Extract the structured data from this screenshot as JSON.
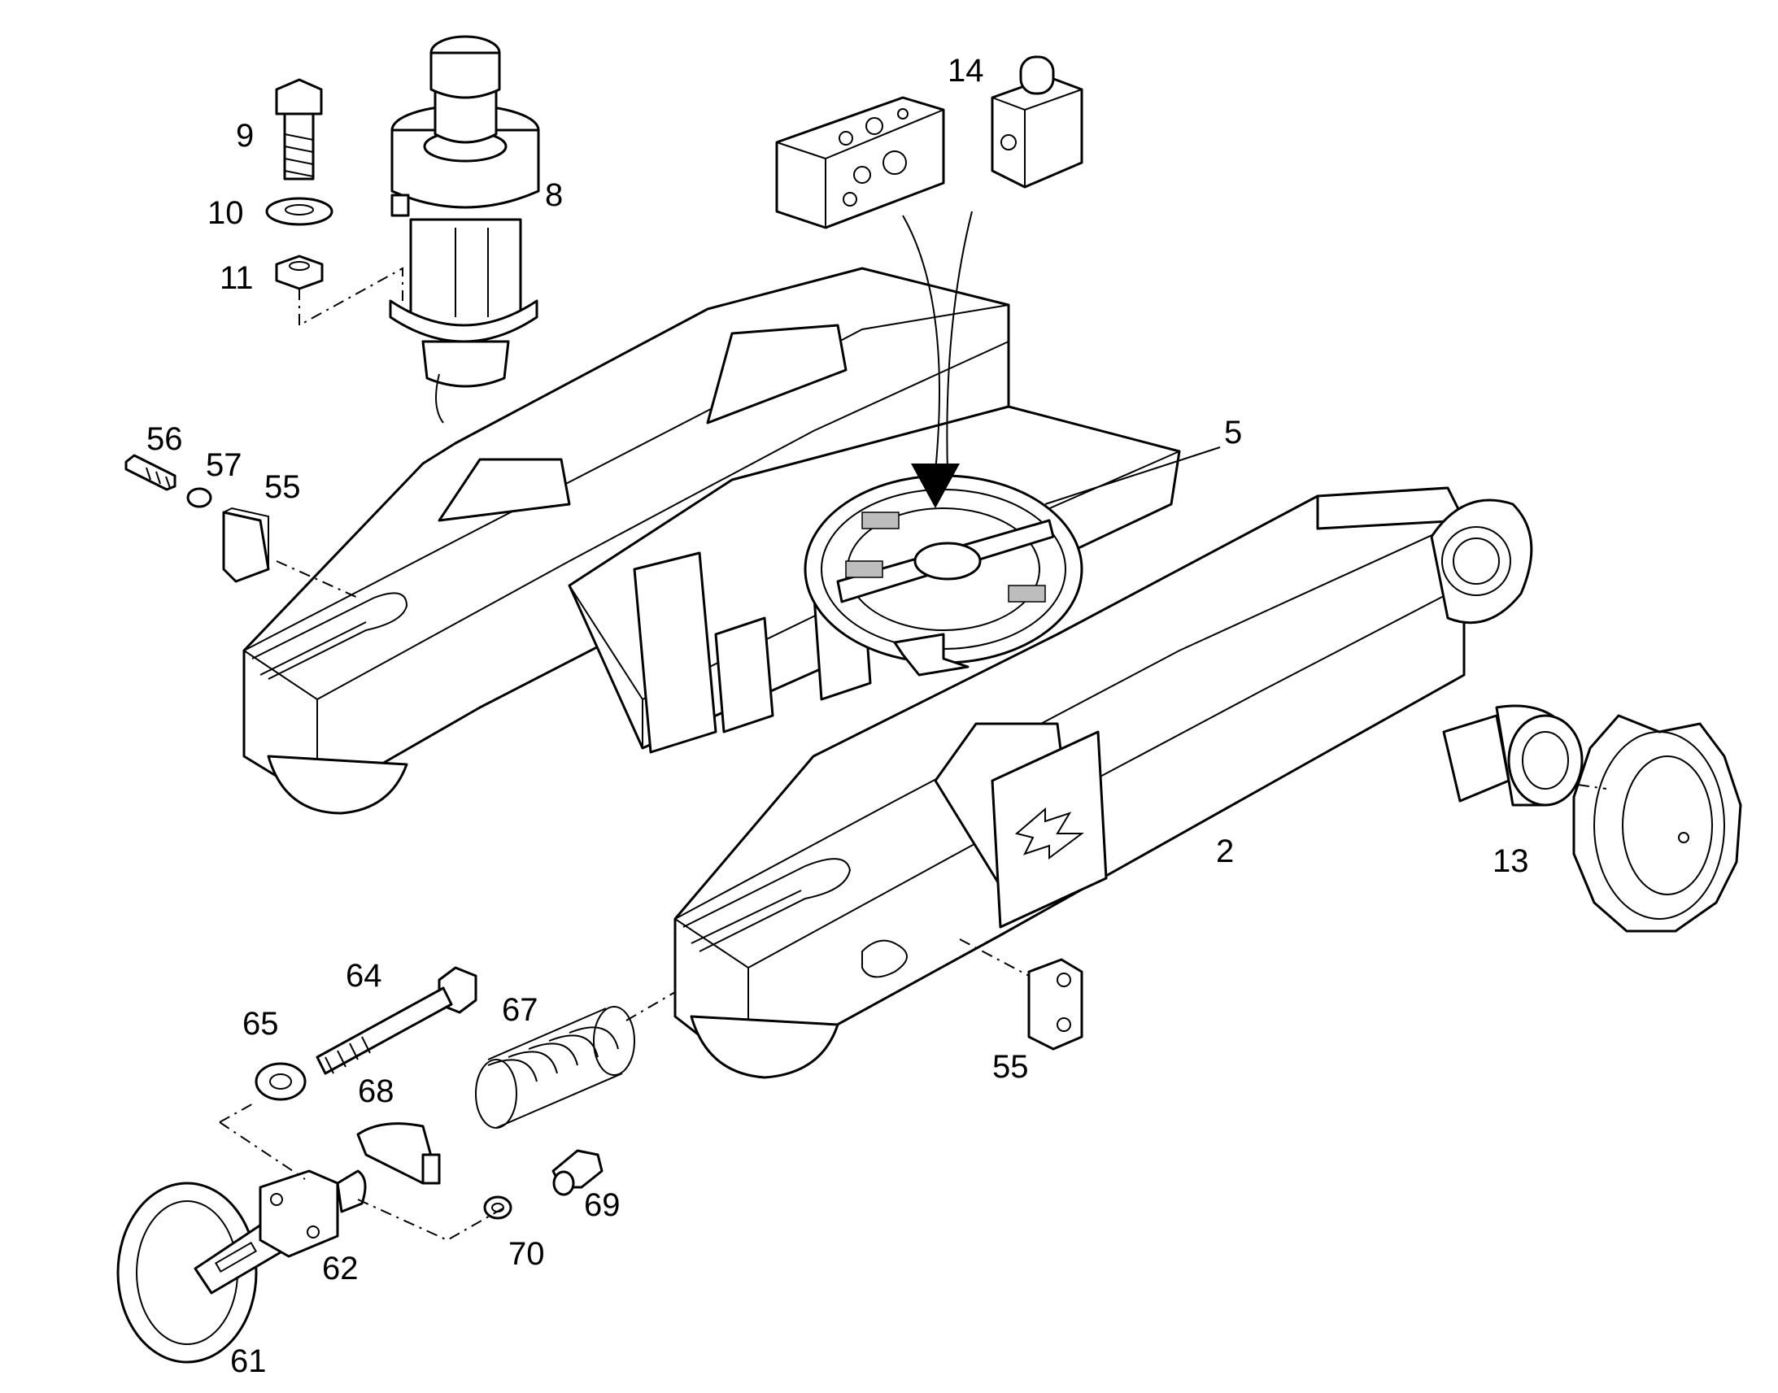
{
  "parts": [
    {
      "id": "p2",
      "number": "2"
    },
    {
      "id": "p5",
      "number": "5"
    },
    {
      "id": "p8",
      "number": "8"
    },
    {
      "id": "p9",
      "number": "9"
    },
    {
      "id": "p10",
      "number": "10"
    },
    {
      "id": "p11",
      "number": "11"
    },
    {
      "id": "p13",
      "number": "13"
    },
    {
      "id": "p14",
      "number": "14"
    },
    {
      "id": "p55a",
      "number": "55"
    },
    {
      "id": "p55b",
      "number": "55"
    },
    {
      "id": "p56",
      "number": "56"
    },
    {
      "id": "p57",
      "number": "57"
    },
    {
      "id": "p61",
      "number": "61"
    },
    {
      "id": "p62",
      "number": "62"
    },
    {
      "id": "p64",
      "number": "64"
    },
    {
      "id": "p65",
      "number": "65"
    },
    {
      "id": "p67",
      "number": "67"
    },
    {
      "id": "p68",
      "number": "68"
    },
    {
      "id": "p69",
      "number": "69"
    },
    {
      "id": "p70",
      "number": "70"
    }
  ]
}
